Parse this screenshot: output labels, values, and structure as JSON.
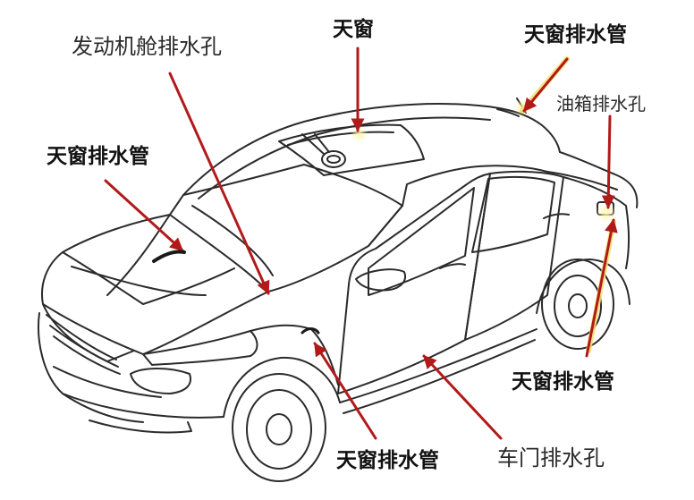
{
  "labels": {
    "engine_bay_drain": "发动机舱排水孔",
    "sunroof": "天窗",
    "sunroof_drain_tube_top_right": "天窗排水管",
    "fuel_tank_drain": "油箱排水孔",
    "sunroof_drain_tube_left": "天窗排水管",
    "sunroof_drain_tube_rear_wheel": "天窗排水管",
    "sunroof_drain_tube_front_door": "天窗排水管",
    "door_drain": "车门排水孔"
  },
  "colors": {
    "arrow": "#b21a1a",
    "arrow_highlight": "#f2e06a",
    "outline": "#2b2b2b",
    "text": "#111111"
  }
}
